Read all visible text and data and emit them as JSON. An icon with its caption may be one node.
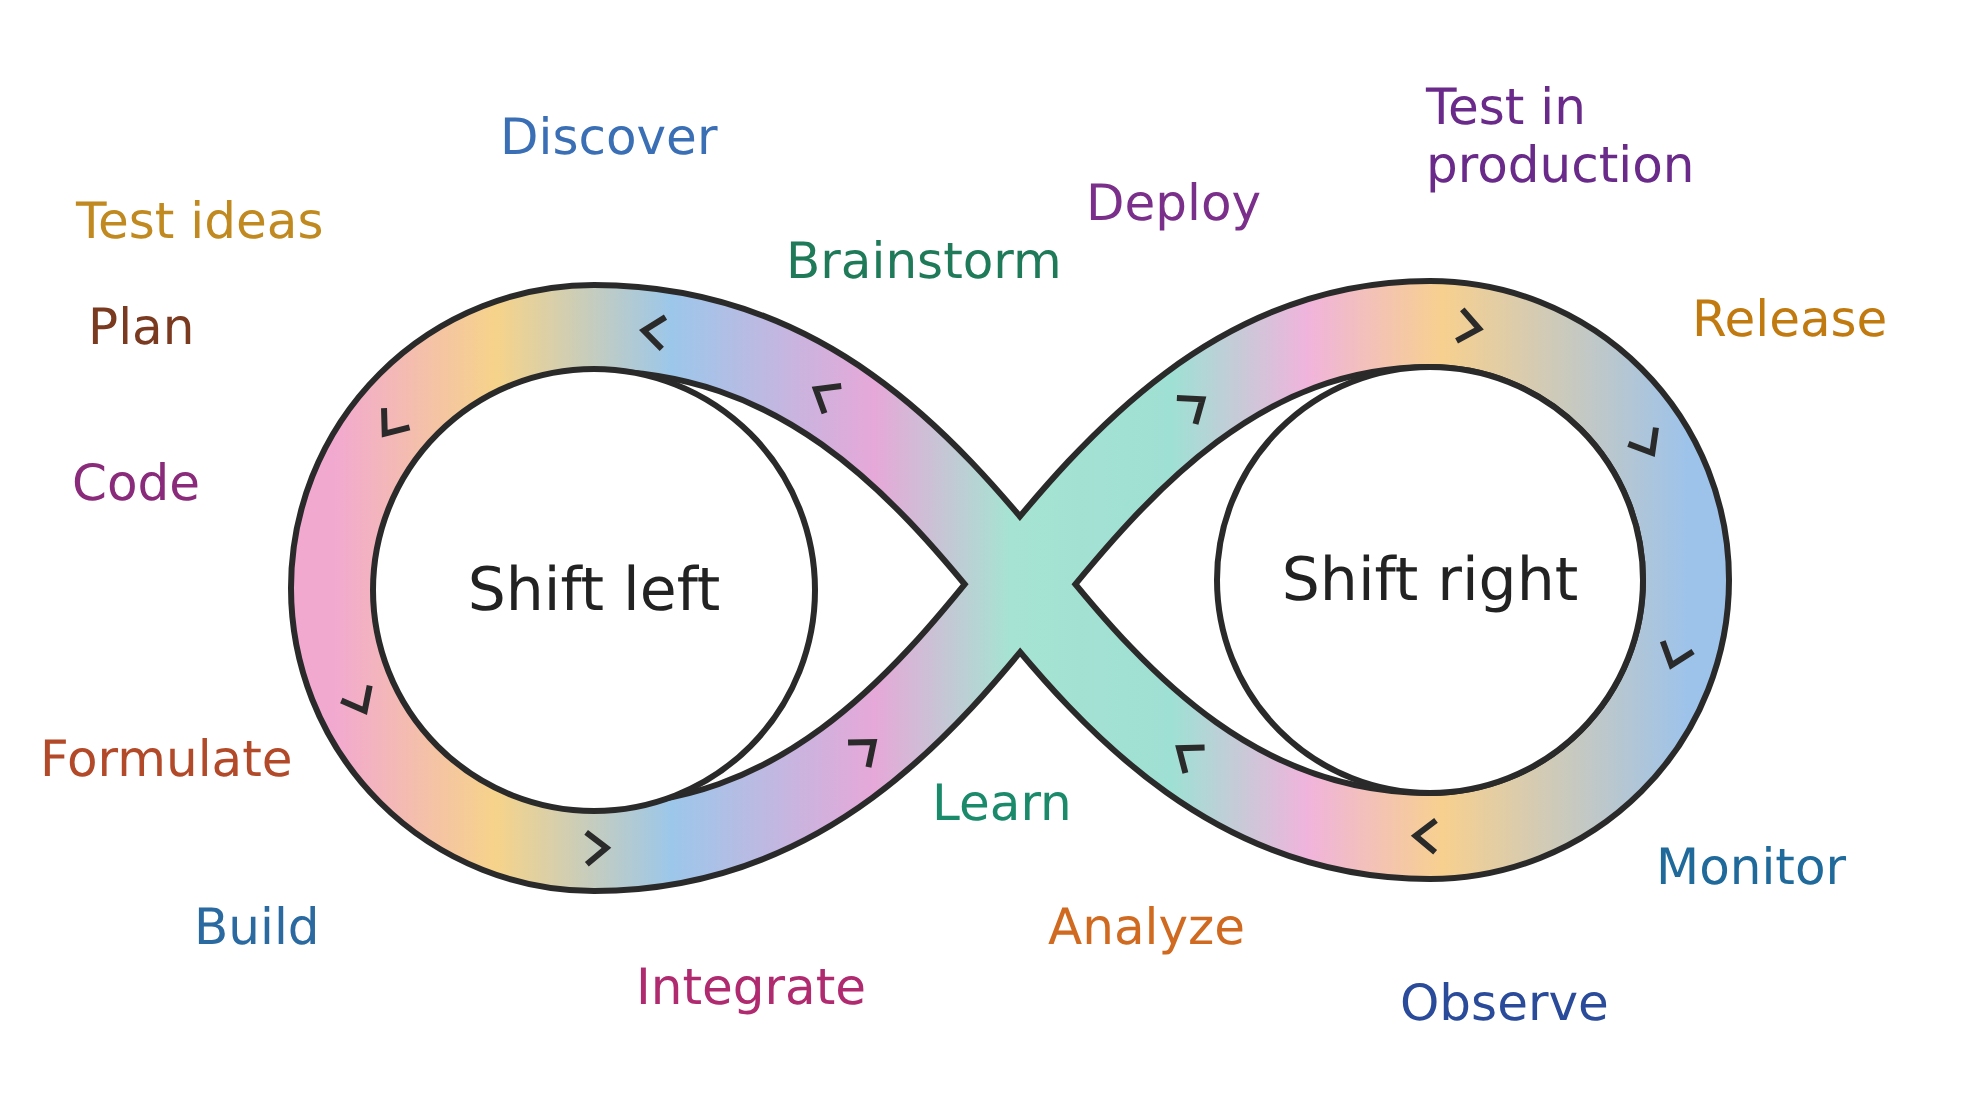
{
  "diagram": {
    "nodes": [
      {
        "text": [
          "Shift left"
        ]
      },
      {
        "text": [
          "Shift right"
        ]
      }
    ],
    "labels": [
      "Discover",
      "Test ideas",
      "Deploy",
      "Test in production",
      "Brainstorm",
      "Plan",
      "Release",
      "Code",
      "Formulate",
      "Learn",
      "Monitor",
      "Build",
      "Analyze",
      "Integrate",
      "Observe"
    ]
  }
}
